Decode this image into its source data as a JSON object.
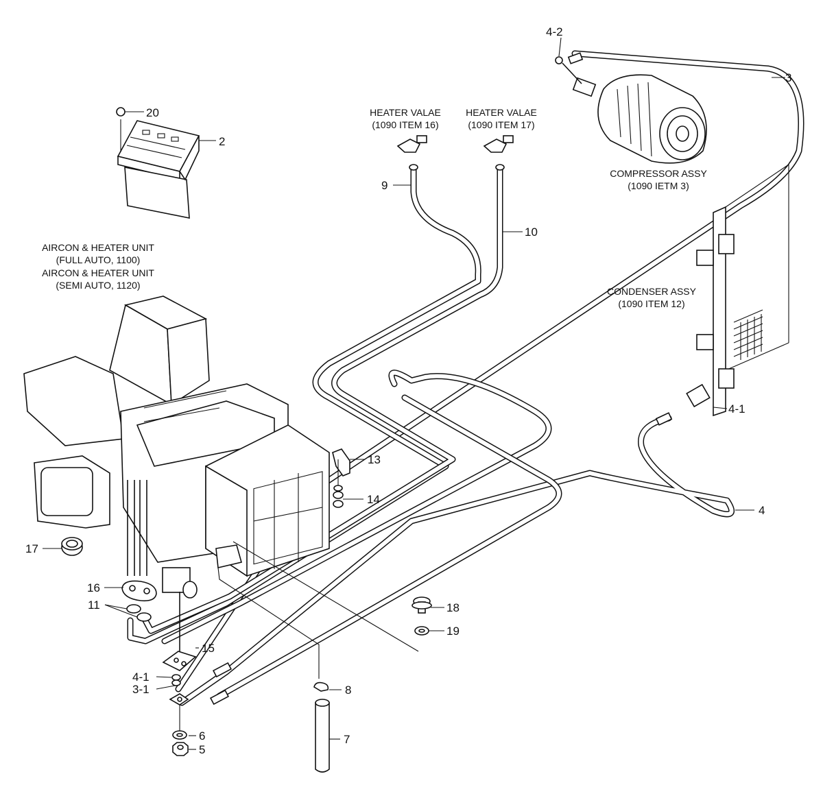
{
  "captions": {
    "heater_valve_16": [
      "HEATER VALAE",
      "(1090 ITEM 16)"
    ],
    "heater_valve_17": [
      "HEATER VALAE",
      "(1090 ITEM 17)"
    ],
    "compressor": [
      "COMPRESSOR ASSY",
      "(1090 IETM 3)"
    ],
    "condenser": [
      "CONDENSER ASSY",
      "(1090 ITEM 12)"
    ],
    "aircon_unit": [
      "AIRCON & HEATER UNIT",
      "(FULL AUTO, 1100)",
      "AIRCON & HEATER UNIT",
      "(SEMI AUTO, 1120)"
    ]
  },
  "callouts": {
    "c20": "20",
    "c2": "2",
    "c42": "4-2",
    "c3": "3",
    "c9": "9",
    "c10": "10",
    "c41a": "4-1",
    "c4": "4",
    "c13": "13",
    "c14": "14",
    "c17": "17",
    "c16": "16",
    "c11": "11",
    "c18": "18",
    "c19": "19",
    "c15": "15",
    "c41b": "4-1",
    "c31": "3-1",
    "c8": "8",
    "c6": "6",
    "c7": "7",
    "c5": "5"
  }
}
